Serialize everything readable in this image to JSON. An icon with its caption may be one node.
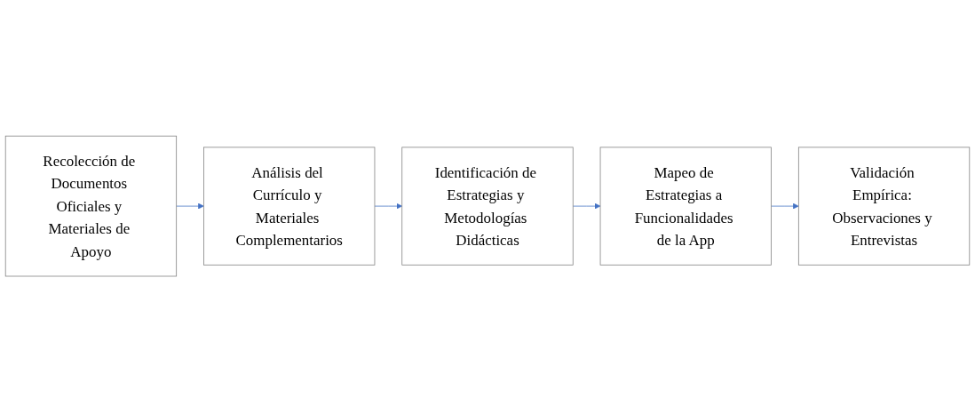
{
  "diagram": {
    "nodes": [
      {
        "text": [
          "Recolección de Documentos Oficiales y Materiales de Apoyo"
        ]
      },
      {
        "text": [
          "Análisis del Currículo y Materiales Complementarios"
        ]
      },
      {
        "text": [
          "Identificación de Estrategias y Metodologías Didácticas"
        ]
      },
      {
        "text": [
          "Mapeo de Estrategias a Funcionalidades de la App"
        ]
      },
      {
        "text": [
          "Validación Empírica: Observaciones y Entrevistas"
        ]
      }
    ],
    "edges": [
      {
        "from": 0,
        "to": 1,
        "arrow": "to"
      },
      {
        "from": 1,
        "to": 2,
        "arrow": "to"
      },
      {
        "from": 2,
        "to": 3,
        "arrow": "to"
      },
      {
        "from": 3,
        "to": 4,
        "arrow": "to"
      }
    ]
  }
}
